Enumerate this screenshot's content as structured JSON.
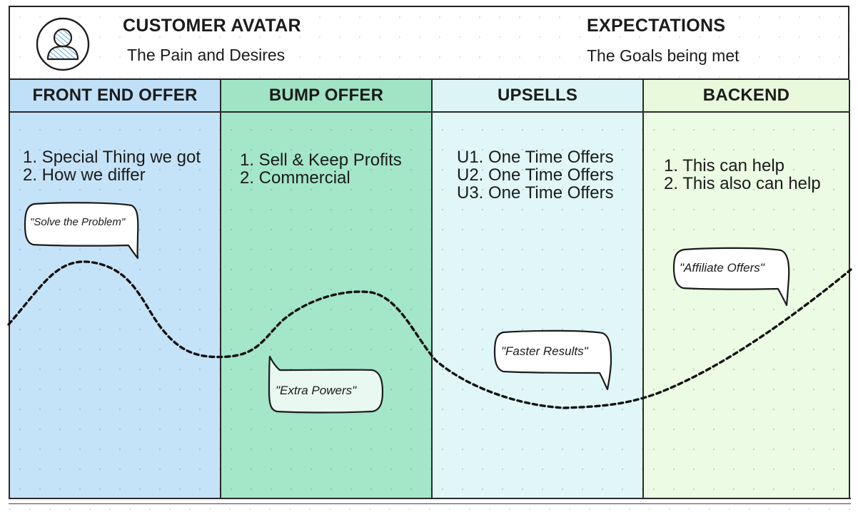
{
  "header": {
    "left_title": "CUSTOMER AVATAR",
    "left_subtitle": "The Pain and Desires",
    "right_title": "EXPECTATIONS",
    "right_subtitle": "The Goals being met"
  },
  "columns": [
    {
      "title": "FRONT END OFFER",
      "color": "#c5e3f8",
      "head_color": "#bfe0f7",
      "items": [
        "1.  Special Thing we got",
        "2. How we differ"
      ]
    },
    {
      "title": "BUMP OFFER",
      "color": "#a3e6c8",
      "head_color": "#a0e4c4",
      "items": [
        "1.  Sell & Keep Profits",
        "2. Commercial"
      ]
    },
    {
      "title": "UPSELLS",
      "color": "#e0f6f7",
      "head_color": "#dcf4f5",
      "items": [
        "U1.  One Time Offers",
        "U2.  One Time Offers",
        "U3.  One Time Offers"
      ]
    },
    {
      "title": "BACKEND",
      "color": "#ecfbe3",
      "head_color": "#e8f9dc",
      "items": [
        "1.  This can help",
        "2.  This also can help"
      ]
    }
  ],
  "bubbles": {
    "b1": "\"Solve the Problem\"",
    "b2": "\"Extra Powers\"",
    "b3": "\"Faster Results\"",
    "b4": "\"Affiliate Offers\""
  },
  "icons": {
    "avatar": "user-avatar-icon"
  }
}
